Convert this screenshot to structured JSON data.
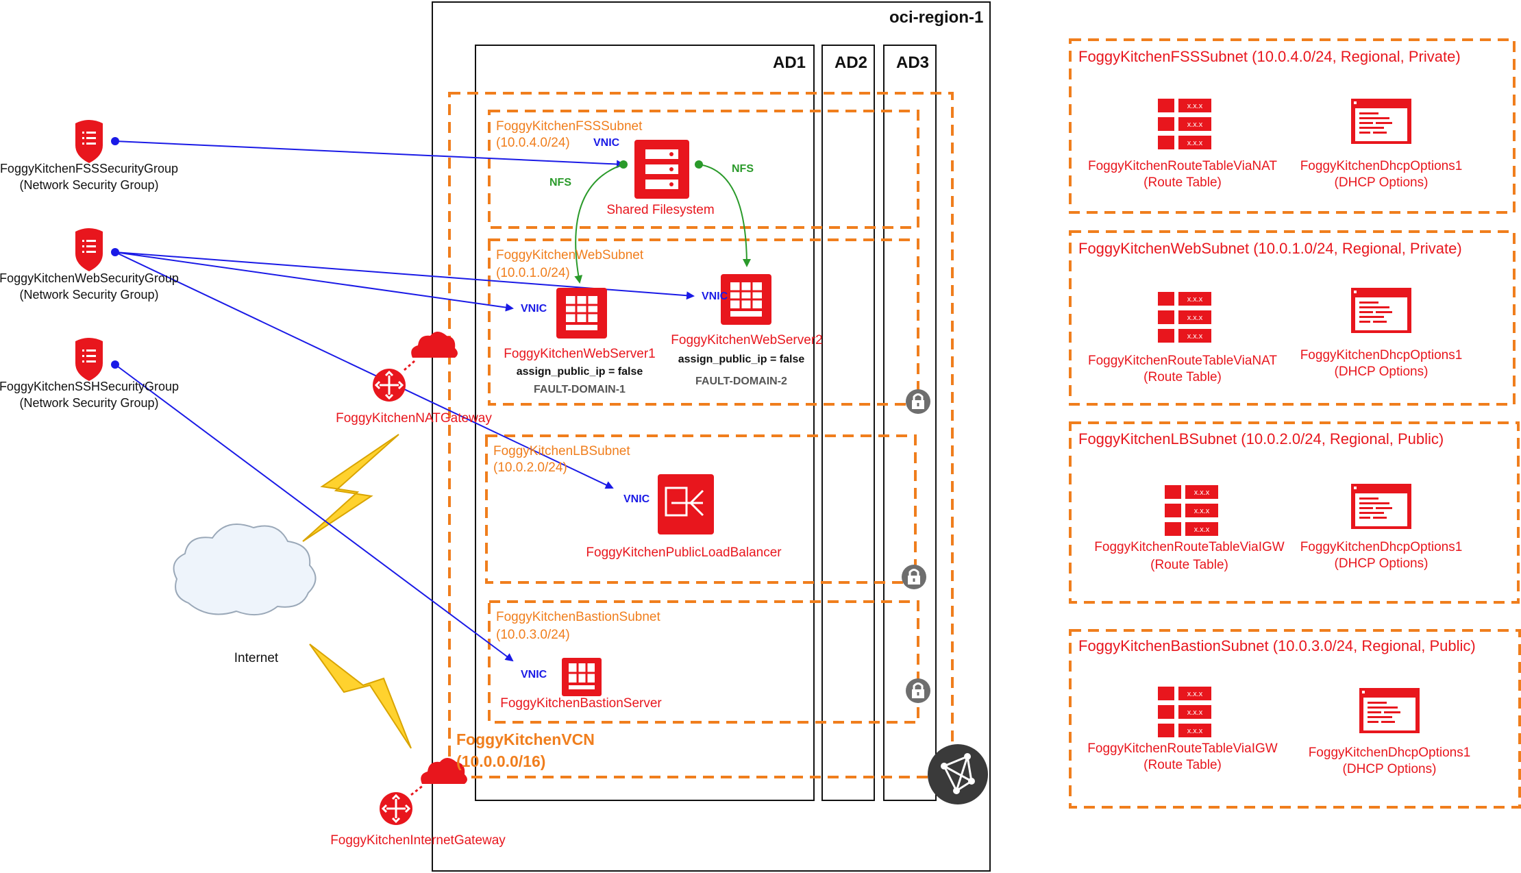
{
  "region": {
    "title": "oci-region-1"
  },
  "availability_domains": [
    "AD1",
    "AD2",
    "AD3"
  ],
  "vcn": {
    "name": "FoggyKitchenVCN",
    "cidr": "(10.0.0.0/16)"
  },
  "subnets": {
    "fss": {
      "name": "FoggyKitchenFSSSubnet",
      "cidr": "(10.0.4.0/24)"
    },
    "web": {
      "name": "FoggyKitchenWebSubnet",
      "cidr": "(10.0.1.0/24)"
    },
    "lb": {
      "name": "FoggyKitchenLBSubnet",
      "cidr": "(10.0.2.0/24)"
    },
    "bastion": {
      "name": "FoggyKitchenBastionSubnet",
      "cidr": "(10.0.3.0/24)"
    }
  },
  "security_groups": [
    {
      "name": "FoggyKitchenFSSSecurityGroup",
      "type": "(Network Security Group)"
    },
    {
      "name": "FoggyKitchenWebSecurityGroup",
      "type": "(Network Security Group)"
    },
    {
      "name": "FoggyKitchenSSHSecurityGroup",
      "type": "(Network Security Group)"
    }
  ],
  "resources": {
    "filesystem": "Shared Filesystem",
    "web1": {
      "name": "FoggyKitchenWebServer1",
      "attr": "assign_public_ip = false",
      "fd": "FAULT-DOMAIN-1"
    },
    "web2": {
      "name": "FoggyKitchenWebServer2",
      "attr": "assign_public_ip = false",
      "fd": "FAULT-DOMAIN-2"
    },
    "lb": "FoggyKitchenPublicLoadBalancer",
    "bastion": "FoggyKitchenBastionServer",
    "nat_gateway": "FoggyKitchenNATGateway",
    "internet_gateway": "FoggyKitchenInternetGateway",
    "internet": "Internet"
  },
  "labels": {
    "vnic": "VNIC",
    "nfs": "NFS"
  },
  "right_panels": [
    {
      "title": "FoggyKitchenFSSSubnet (10.0.4.0/24, Regional, Private)",
      "route": "FoggyKitchenRouteTableViaNAT",
      "route_type": "(Route Table)",
      "dhcp": "FoggyKitchenDhcpOptions1",
      "dhcp_type": "(DHCP Options)"
    },
    {
      "title": "FoggyKitchenWebSubnet (10.0.1.0/24, Regional, Private)",
      "route": "FoggyKitchenRouteTableViaNAT",
      "route_type": "(Route Table)",
      "dhcp": "FoggyKitchenDhcpOptions1",
      "dhcp_type": "(DHCP Options)"
    },
    {
      "title": "FoggyKitchenLBSubnet (10.0.2.0/24, Regional, Public)",
      "route": "FoggyKitchenRouteTableViaIGW",
      "route_type": "(Route Table)",
      "dhcp": "FoggyKitchenDhcpOptions1",
      "dhcp_type": "(DHCP Options)"
    },
    {
      "title": "FoggyKitchenBastionSubnet (10.0.3.0/24, Regional, Public)",
      "route": "FoggyKitchenRouteTableViaIGW",
      "route_type": "(Route Table)",
      "dhcp": "FoggyKitchenDhcpOptions1",
      "dhcp_type": "(DHCP Options)"
    }
  ],
  "colors": {
    "oracle_red": "#e8161d",
    "subnet_orange": "#f07e1d",
    "link_blue": "#1a1ae6",
    "nfs_green": "#2a9a2a",
    "lock_gray": "#6e6e6e",
    "lightning_yellow": "#ffd22e"
  }
}
